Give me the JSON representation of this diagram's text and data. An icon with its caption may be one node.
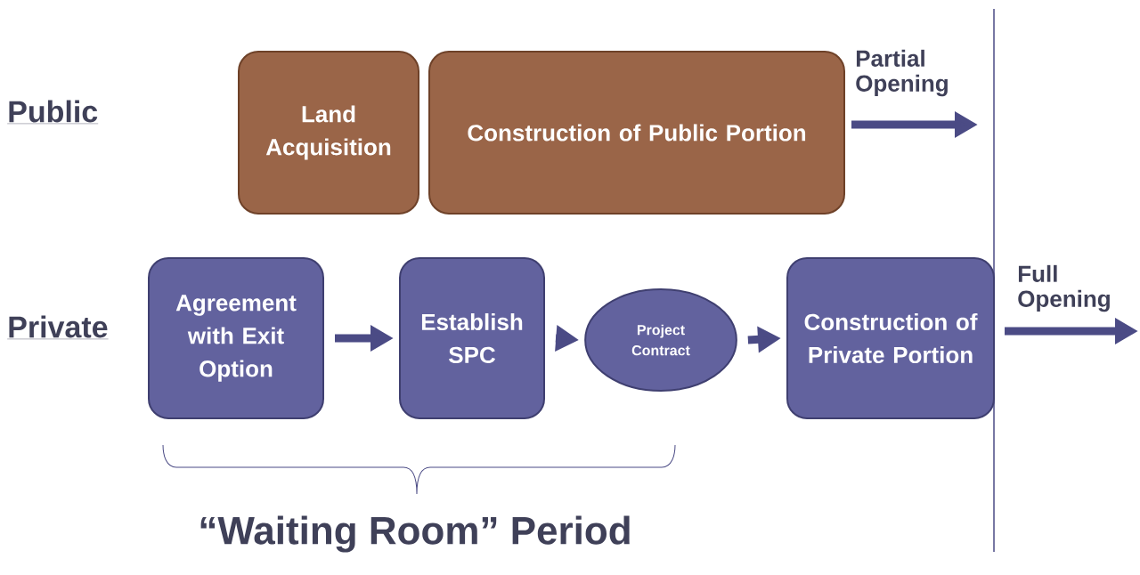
{
  "diagram": {
    "nodes": [
      {
        "text": [
          "Land Acquisition"
        ]
      },
      {
        "text": [
          "Construction of Public Portion"
        ]
      },
      {
        "text": [
          "Agreement with Exit Option"
        ]
      },
      {
        "text": [
          "Establish SPC"
        ]
      },
      {
        "text": [
          "Project Contract"
        ]
      },
      {
        "text": [
          "Construction of Private Portion"
        ]
      }
    ],
    "edges": [
      {
        "from": 1,
        "to": null,
        "arrow": "to",
        "label": "Partial Opening"
      },
      {
        "from": 2,
        "to": 3,
        "arrow": "to"
      },
      {
        "from": 3,
        "to": 4,
        "arrow": "to"
      },
      {
        "from": 4,
        "to": 5,
        "arrow": "to"
      },
      {
        "from": 5,
        "to": null,
        "arrow": "to",
        "label": "Full Opening"
      }
    ],
    "labels": [
      "Public",
      "Private",
      "“Waiting Room” Period"
    ]
  }
}
